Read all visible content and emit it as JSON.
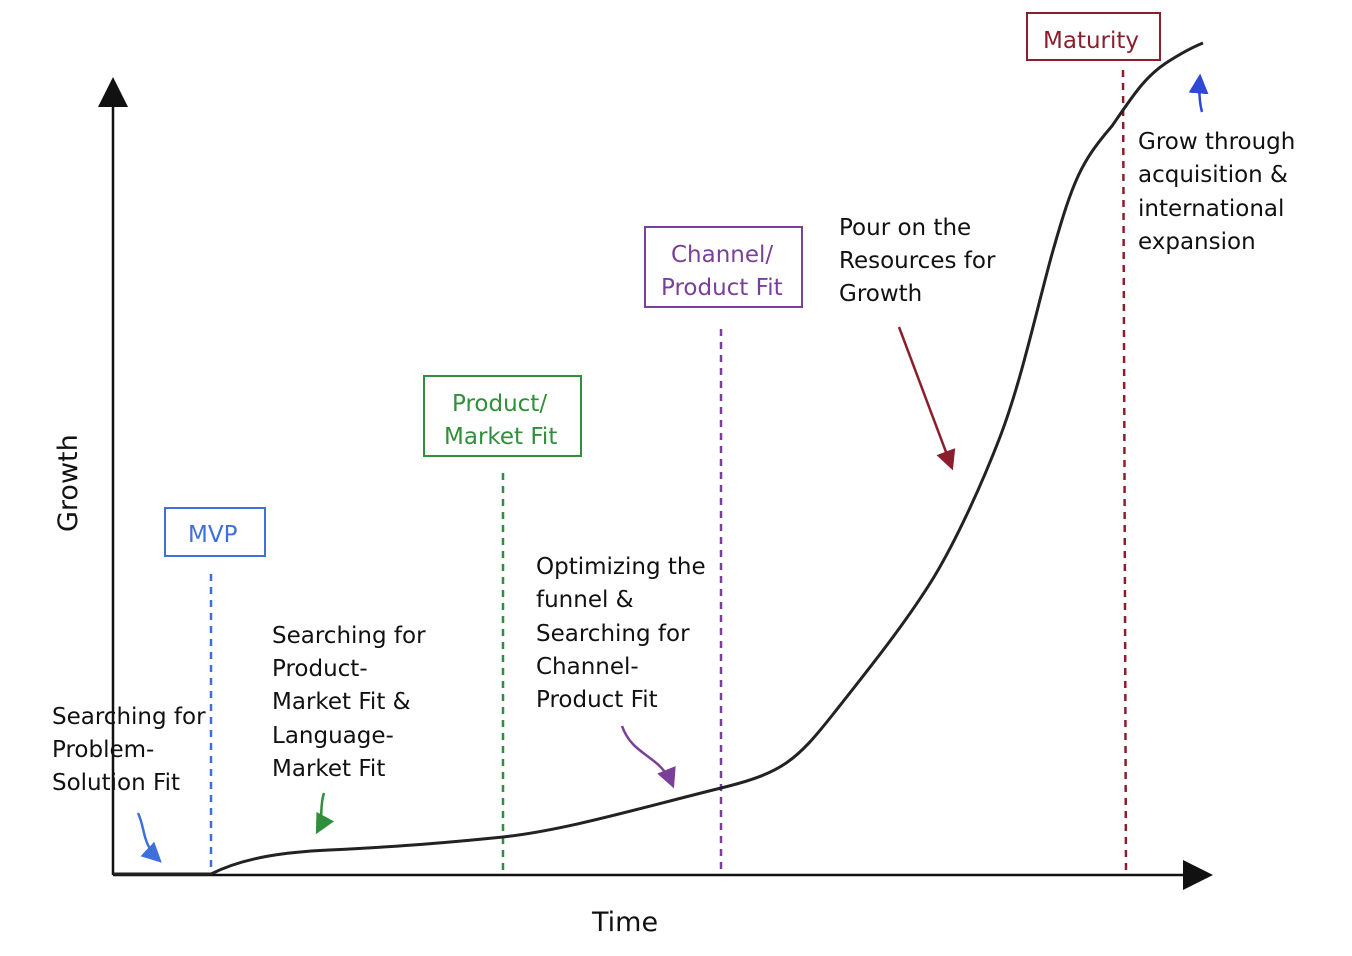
{
  "axes": {
    "x_label": "Time",
    "y_label": "Growth"
  },
  "milestones": {
    "mvp": {
      "label": [
        "MVP"
      ],
      "color": "#3f6fd8"
    },
    "product_market_fit": {
      "label": [
        "Product/",
        "Market Fit"
      ],
      "color": "#2f8f3a"
    },
    "channel_product_fit": {
      "label": [
        "Channel/",
        "Product Fit"
      ],
      "color": "#7a3f99"
    },
    "maturity": {
      "label": [
        "Maturity"
      ],
      "color": "#8b1e2d"
    }
  },
  "stage_labels": {
    "problem_solution_fit": [
      "Searching for",
      "Problem-",
      "Solution Fit"
    ],
    "product_market_language_fit": [
      "Searching for",
      "Product-",
      "Market Fit &",
      "Language-",
      "Market Fit"
    ],
    "optimizing_funnel": [
      "Optimizing the",
      "funnel &",
      "Searching for",
      "Channel-",
      "Product Fit"
    ],
    "pour_resources": [
      "Pour on the",
      "Resources for",
      "Growth"
    ],
    "grow_acquisition": [
      "Grow through",
      "acquisition &",
      "international",
      "expansion"
    ]
  },
  "colors": {
    "axis": "#111111",
    "curve": "#222222",
    "mvp_arrow": "#3f6fd8",
    "pmf_arrow": "#2f8f3a",
    "funnel_arrow": "#7a3f99",
    "growth_arrow": "#8b1e2d",
    "maturity_arrow": "#2f48d8"
  }
}
